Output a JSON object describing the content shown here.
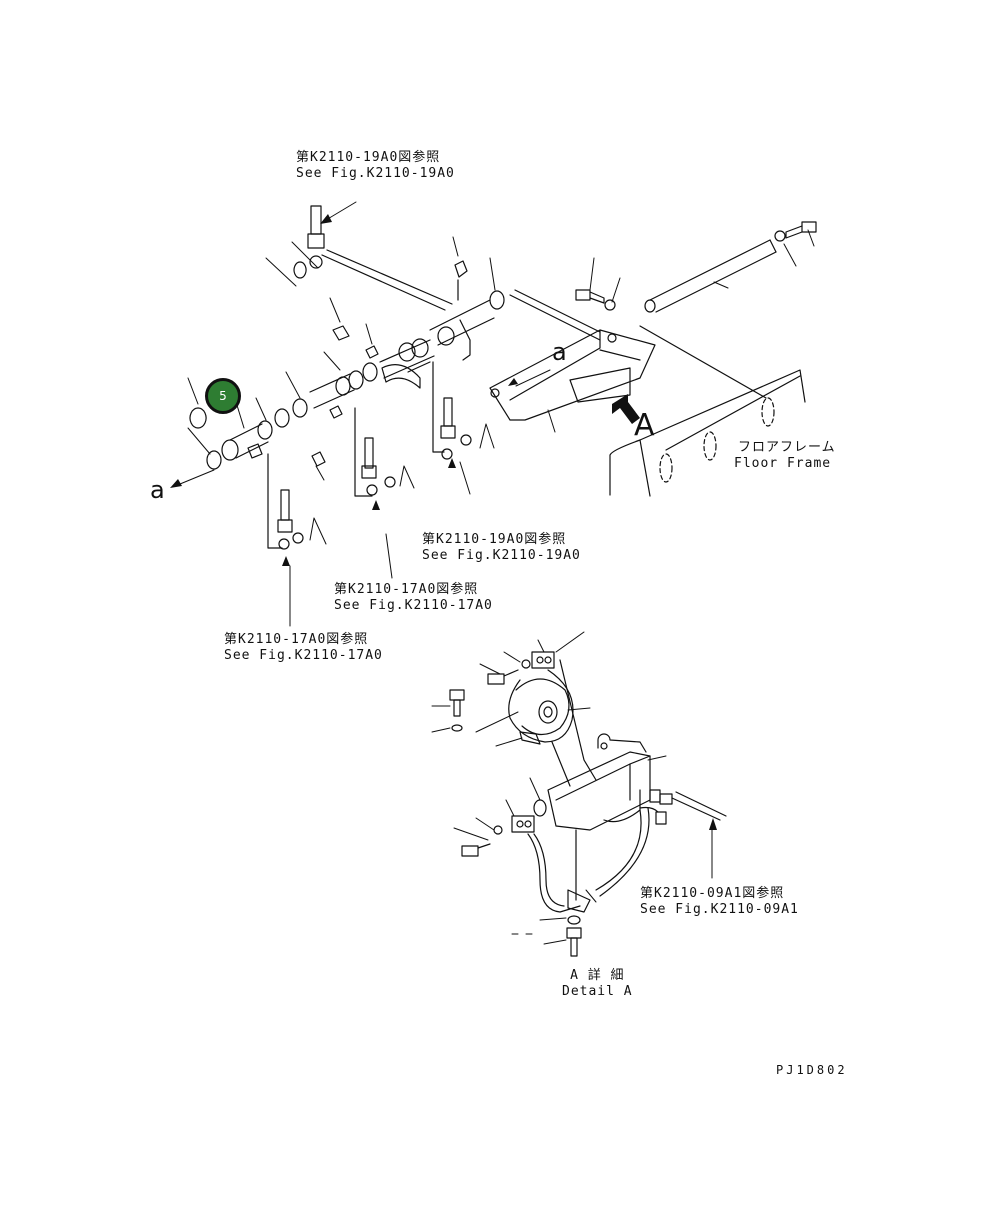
{
  "references": {
    "top": {
      "jp": "第K2110-19A0図参照",
      "en": "See Fig.K2110-19A0"
    },
    "mid_right": {
      "jp": "第K2110-19A0図参照",
      "en": "See Fig.K2110-19A0"
    },
    "mid": {
      "jp": "第K2110-17A0図参照",
      "en": "See Fig.K2110-17A0"
    },
    "mid_left": {
      "jp": "第K2110-17A0図参照",
      "en": "See Fig.K2110-17A0"
    },
    "lower_right": {
      "jp": "第K2110-09A1図参照",
      "en": "See Fig.K2110-09A1"
    }
  },
  "floor_frame": {
    "jp": "フロアフレーム",
    "en": "Floor Frame"
  },
  "detail": {
    "jp": "A 詳 細",
    "en": "Detail A"
  },
  "view_markers": {
    "a_upper": "a",
    "a_left": "a",
    "A": "A"
  },
  "callout": {
    "number": "5"
  },
  "drawing_code": "PJ1D802"
}
